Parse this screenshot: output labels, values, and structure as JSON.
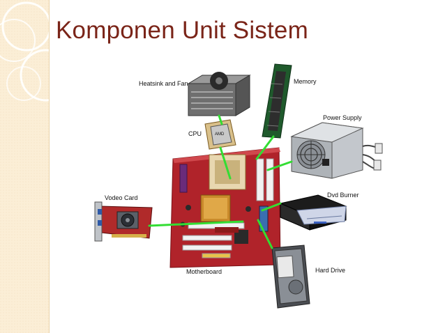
{
  "slide": {
    "title": "Komponen Unit Sistem"
  },
  "diagram": {
    "components": [
      {
        "id": "heatsink",
        "label": "Heatsink and Fan",
        "icon": "heatsink-fan-icon"
      },
      {
        "id": "memory",
        "label": "Memory",
        "icon": "memory-module-icon"
      },
      {
        "id": "power",
        "label": "Power Supply",
        "icon": "power-supply-icon"
      },
      {
        "id": "cpu",
        "label": "CPU",
        "icon": "cpu-chip-icon"
      },
      {
        "id": "dvd",
        "label": "Dvd Burner",
        "icon": "dvd-drive-icon"
      },
      {
        "id": "video",
        "label": "Vodeo Card",
        "icon": "video-card-icon"
      },
      {
        "id": "hdd",
        "label": "Hard Drive",
        "icon": "hard-drive-icon"
      },
      {
        "id": "motherboard",
        "label": "Motherboard",
        "icon": "motherboard-icon"
      }
    ],
    "cpu_marking": "AMD",
    "connector_color": "#33dd33"
  },
  "colors": {
    "title": "#7a2418",
    "side_band": "#fbeed6",
    "motherboard": "#b0232a"
  }
}
